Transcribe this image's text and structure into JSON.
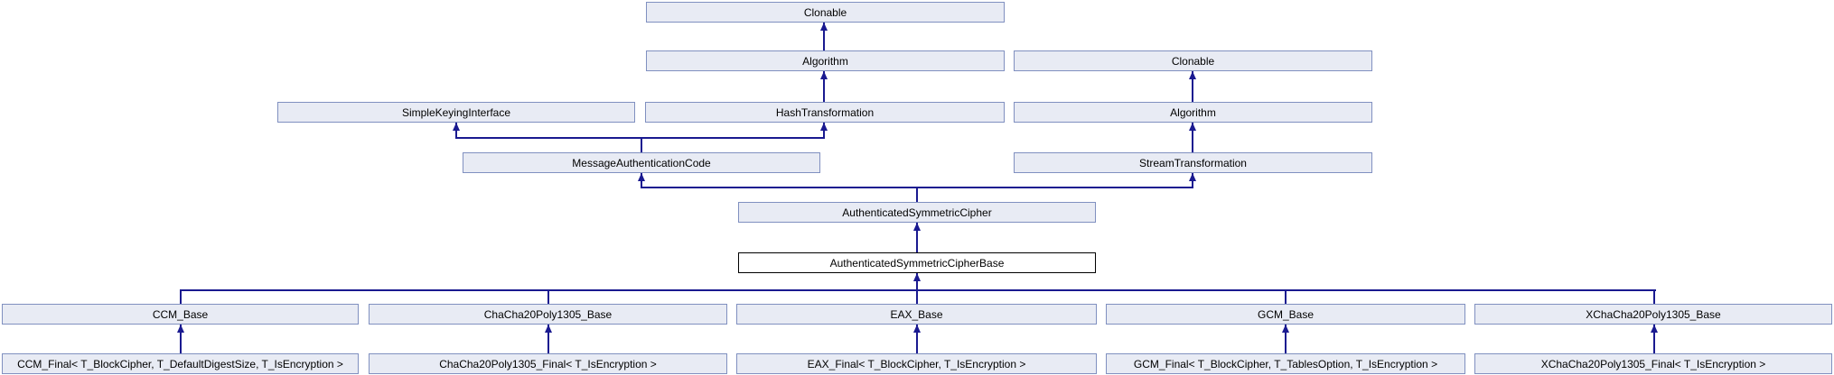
{
  "diagram": {
    "type": "class-inheritance-graph",
    "current_class": "AuthenticatedSymmetricCipherBase",
    "nodes": {
      "clonable_top": {
        "label": "Clonable"
      },
      "algorithm_left": {
        "label": "Algorithm"
      },
      "clonable_right": {
        "label": "Clonable"
      },
      "simple_keying_interface": {
        "label": "SimpleKeyingInterface"
      },
      "hash_transformation": {
        "label": "HashTransformation"
      },
      "algorithm_right": {
        "label": "Algorithm"
      },
      "message_authentication_code": {
        "label": "MessageAuthenticationCode"
      },
      "stream_transformation": {
        "label": "StreamTransformation"
      },
      "authenticated_symmetric_cipher": {
        "label": "AuthenticatedSymmetricCipher"
      },
      "authenticated_symmetric_cipher_base": {
        "label": "AuthenticatedSymmetricCipherBase"
      },
      "ccm_base": {
        "label": "CCM_Base"
      },
      "chacha_base": {
        "label": "ChaCha20Poly1305_Base"
      },
      "eax_base": {
        "label": "EAX_Base"
      },
      "gcm_base": {
        "label": "GCM_Base"
      },
      "xchacha_base": {
        "label": "XChaCha20Poly1305_Base"
      },
      "ccm_final": {
        "label": "CCM_Final< T_BlockCipher, T_DefaultDigestSize, T_IsEncryption >"
      },
      "chacha_final": {
        "label": "ChaCha20Poly1305_Final< T_IsEncryption >"
      },
      "eax_final": {
        "label": "EAX_Final< T_BlockCipher, T_IsEncryption >"
      },
      "gcm_final": {
        "label": "GCM_Final< T_BlockCipher, T_TablesOption, T_IsEncryption >"
      },
      "xchacha_final": {
        "label": "XChaCha20Poly1305_Final< T_IsEncryption >"
      }
    },
    "edges": [
      {
        "from": "algorithm_left",
        "to": "clonable_top"
      },
      {
        "from": "hash_transformation",
        "to": "algorithm_left"
      },
      {
        "from": "algorithm_right",
        "to": "clonable_right"
      },
      {
        "from": "message_authentication_code",
        "to": "simple_keying_interface"
      },
      {
        "from": "message_authentication_code",
        "to": "hash_transformation"
      },
      {
        "from": "stream_transformation",
        "to": "algorithm_right"
      },
      {
        "from": "authenticated_symmetric_cipher",
        "to": "message_authentication_code"
      },
      {
        "from": "authenticated_symmetric_cipher",
        "to": "stream_transformation"
      },
      {
        "from": "authenticated_symmetric_cipher_base",
        "to": "authenticated_symmetric_cipher"
      },
      {
        "from": "ccm_base",
        "to": "authenticated_symmetric_cipher_base"
      },
      {
        "from": "chacha_base",
        "to": "authenticated_symmetric_cipher_base"
      },
      {
        "from": "eax_base",
        "to": "authenticated_symmetric_cipher_base"
      },
      {
        "from": "gcm_base",
        "to": "authenticated_symmetric_cipher_base"
      },
      {
        "from": "xchacha_base",
        "to": "authenticated_symmetric_cipher_base"
      },
      {
        "from": "ccm_final",
        "to": "ccm_base"
      },
      {
        "from": "chacha_final",
        "to": "chacha_base"
      },
      {
        "from": "eax_final",
        "to": "eax_base"
      },
      {
        "from": "gcm_final",
        "to": "gcm_base"
      },
      {
        "from": "xchacha_final",
        "to": "xchacha_base"
      }
    ],
    "colors": {
      "node_fill": "#e8ebf4",
      "node_border": "#8090c0",
      "current_node_fill": "#ffffff",
      "current_node_border": "#000000",
      "edge_color": "#1a1a90",
      "text": "#000000",
      "bg": "#ffffff"
    }
  }
}
